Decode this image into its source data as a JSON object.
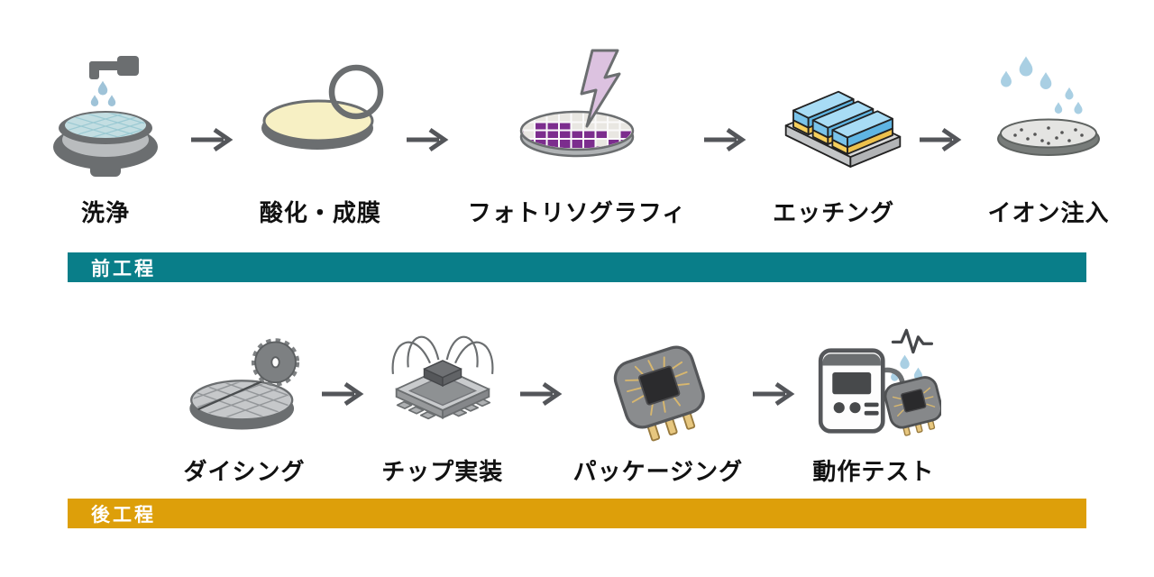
{
  "diagram": {
    "title_hint": "semiconductor manufacturing process flow",
    "front_process": {
      "banner": "前工程",
      "banner_color": "#097e89",
      "steps": [
        {
          "label": "洗浄",
          "icon": "wafer-cleaning-icon"
        },
        {
          "label": "酸化・成膜",
          "icon": "oxidation-film-icon"
        },
        {
          "label": "フォトリソグラフィ",
          "icon": "photolithography-icon"
        },
        {
          "label": "エッチング",
          "icon": "etching-icon"
        },
        {
          "label": "イオン注入",
          "icon": "ion-implantation-icon"
        }
      ]
    },
    "back_process": {
      "banner": "後工程",
      "banner_color": "#dd9f0a",
      "steps": [
        {
          "label": "ダイシング",
          "icon": "dicing-icon"
        },
        {
          "label": "チップ実装",
          "icon": "chip-mounting-icon"
        },
        {
          "label": "パッケージング",
          "icon": "packaging-icon"
        },
        {
          "label": "動作テスト",
          "icon": "final-test-icon"
        }
      ]
    },
    "arrow_glyph": "→",
    "colors": {
      "background": "#ffffff",
      "label_text": "#111111",
      "banner_text": "#ffffff",
      "icon_gray": "#6b6e70",
      "icon_light_gray": "#c6c8ca",
      "wafer_blue": "#c3dee2",
      "film_cream": "#f7f0c4",
      "litho_purple": "#7c2d8e",
      "bolt_lilac": "#dcc2e0",
      "etch_blue": "#79c3ea",
      "etch_yellow": "#f6cf5d",
      "drop_blue": "#a9cfe3",
      "wire_gold": "#d8b76e",
      "arrow_gray": "#54565a"
    }
  }
}
